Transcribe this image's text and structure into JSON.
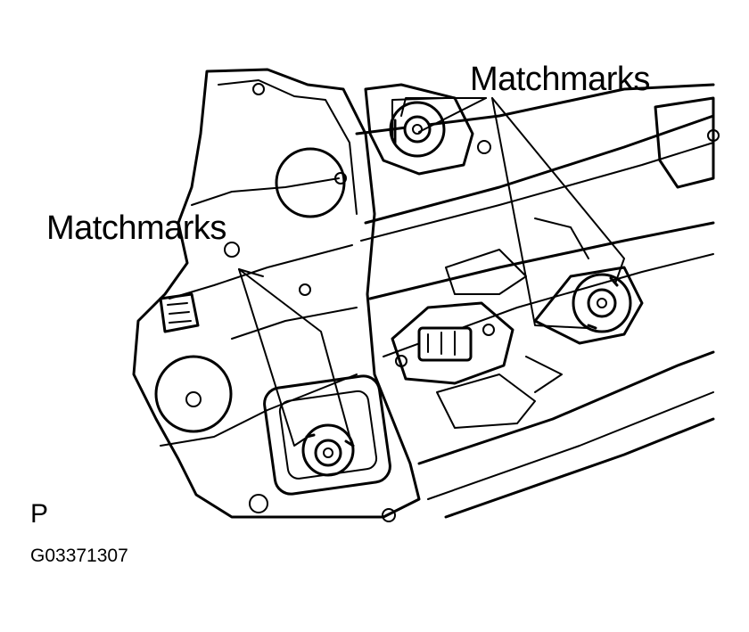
{
  "labels": {
    "matchmarks_top": "Matchmarks",
    "matchmarks_left": "Matchmarks",
    "view_letter": "P",
    "figure_code": "G03371307"
  },
  "colors": {
    "ink": "#000000",
    "paper": "#ffffff"
  }
}
